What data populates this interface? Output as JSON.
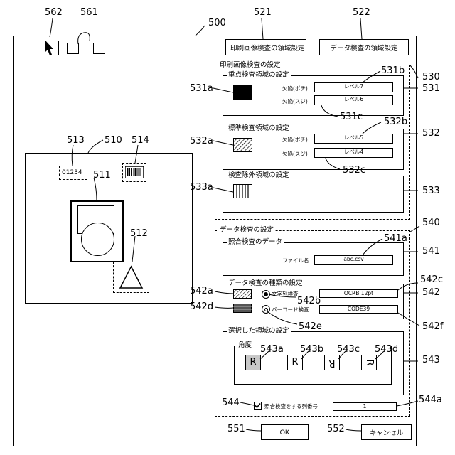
{
  "refs": {
    "r500": "500",
    "r521": "521",
    "r522": "522",
    "r561": "561",
    "r562": "562",
    "r510": "510",
    "r511": "511",
    "r512": "512",
    "r513": "513",
    "r514": "514",
    "r530": "530",
    "r531": "531",
    "r531a": "531a",
    "r531b": "531b",
    "r531c": "531c",
    "r532": "532",
    "r532a": "532a",
    "r532b": "532b",
    "r532c": "532c",
    "r533": "533",
    "r533a": "533a",
    "r540": "540",
    "r541": "541",
    "r541a": "541a",
    "r542": "542",
    "r542a": "542a",
    "r542b": "542b",
    "r542c": "542c",
    "r542d": "542d",
    "r542e": "542e",
    "r542f": "542f",
    "r543": "543",
    "r543a": "543a",
    "r543b": "543b",
    "r543c": "543c",
    "r543d": "543d",
    "r544": "544",
    "r544a": "544a",
    "r551": "551",
    "r552": "552"
  },
  "toolbar": {
    "print_area_button": "印刷画像検査の領域設定",
    "data_area_button": "データ検査の領域設定"
  },
  "preview": {
    "barcode_text": "01234",
    "triangle_symbol": "triangle"
  },
  "print_inspection": {
    "title": "印刷画像検査の設定",
    "priority": {
      "title": "重点検査領域の設定",
      "defect_dot_label": "欠陥(ポチ)",
      "defect_dot_value": "レベル7",
      "defect_streak_label": "欠陥(スジ)",
      "defect_streak_value": "レベル6"
    },
    "standard": {
      "title": "標準検査領域の設定",
      "defect_dot_label": "欠陥(ポチ)",
      "defect_dot_value": "レベル5",
      "defect_streak_label": "欠陥(スジ)",
      "defect_streak_value": "レベル4"
    },
    "excluded": {
      "title": "検査除外領域の設定"
    }
  },
  "data_inspection": {
    "title": "データ検査の設定",
    "collation": {
      "title": "照合検査のデータ",
      "file_label": "ファイル名",
      "file_value": "abc.csv"
    },
    "type": {
      "title": "データ検査の種類の設定",
      "option_text_label": "文字列検査",
      "option_text_value": "OCRB 12pt",
      "option_barcode_label": "バーコード検査",
      "option_barcode_value": "CODE39"
    },
    "region": {
      "title": "選択した領域の設定",
      "angle_title": "角度",
      "tiles": [
        "R",
        "R",
        "R",
        "R"
      ]
    },
    "checkbox_label": "照合検査をする列番号",
    "checkbox_value": "1"
  },
  "buttons": {
    "ok": "OK",
    "cancel": "キャンセル"
  }
}
